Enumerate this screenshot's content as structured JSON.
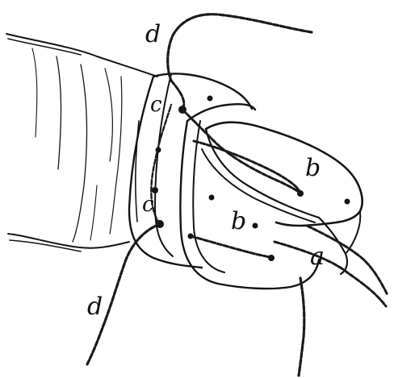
{
  "figure": {
    "labels": {
      "d_top": "d",
      "c_top": "c",
      "b_upper": "b",
      "b_lower": "b",
      "c_lower": "c",
      "a": "a",
      "d_bottom": "d"
    },
    "colors": {
      "ink": "#141414",
      "paper": "#ffffff"
    }
  }
}
